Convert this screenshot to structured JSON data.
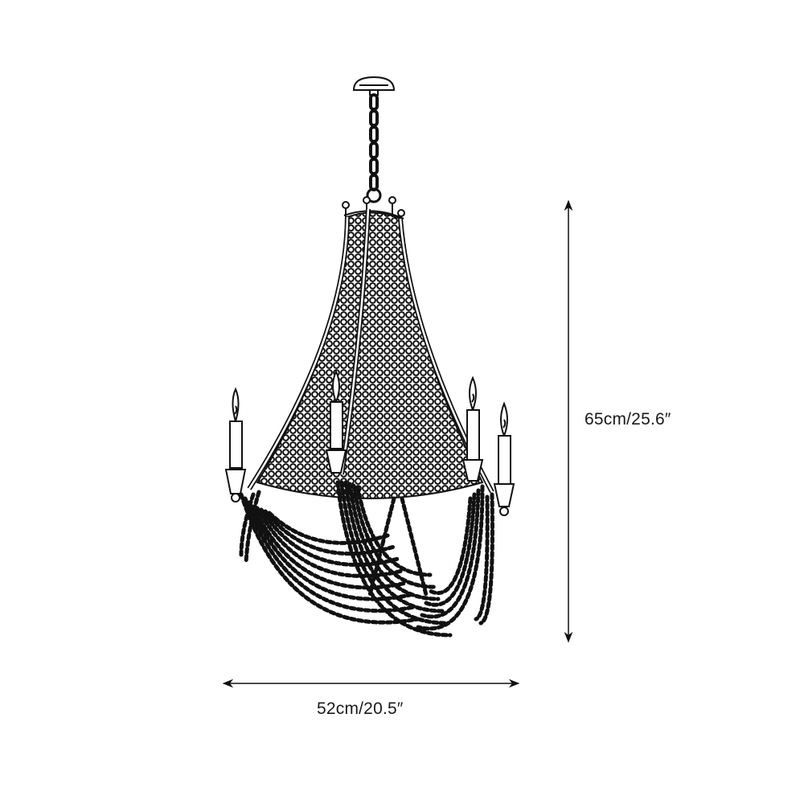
{
  "figure": {
    "subject": "beaded chandelier line drawing",
    "candles_count": 4,
    "stroke_color": "#111111",
    "background_color": "#ffffff"
  },
  "dimensions": {
    "height": {
      "label": "65cm/25.6″",
      "metric_cm": 65,
      "imperial_in": 25.6
    },
    "width": {
      "label": "52cm/20.5″",
      "metric_cm": 52,
      "imperial_in": 20.5
    }
  }
}
